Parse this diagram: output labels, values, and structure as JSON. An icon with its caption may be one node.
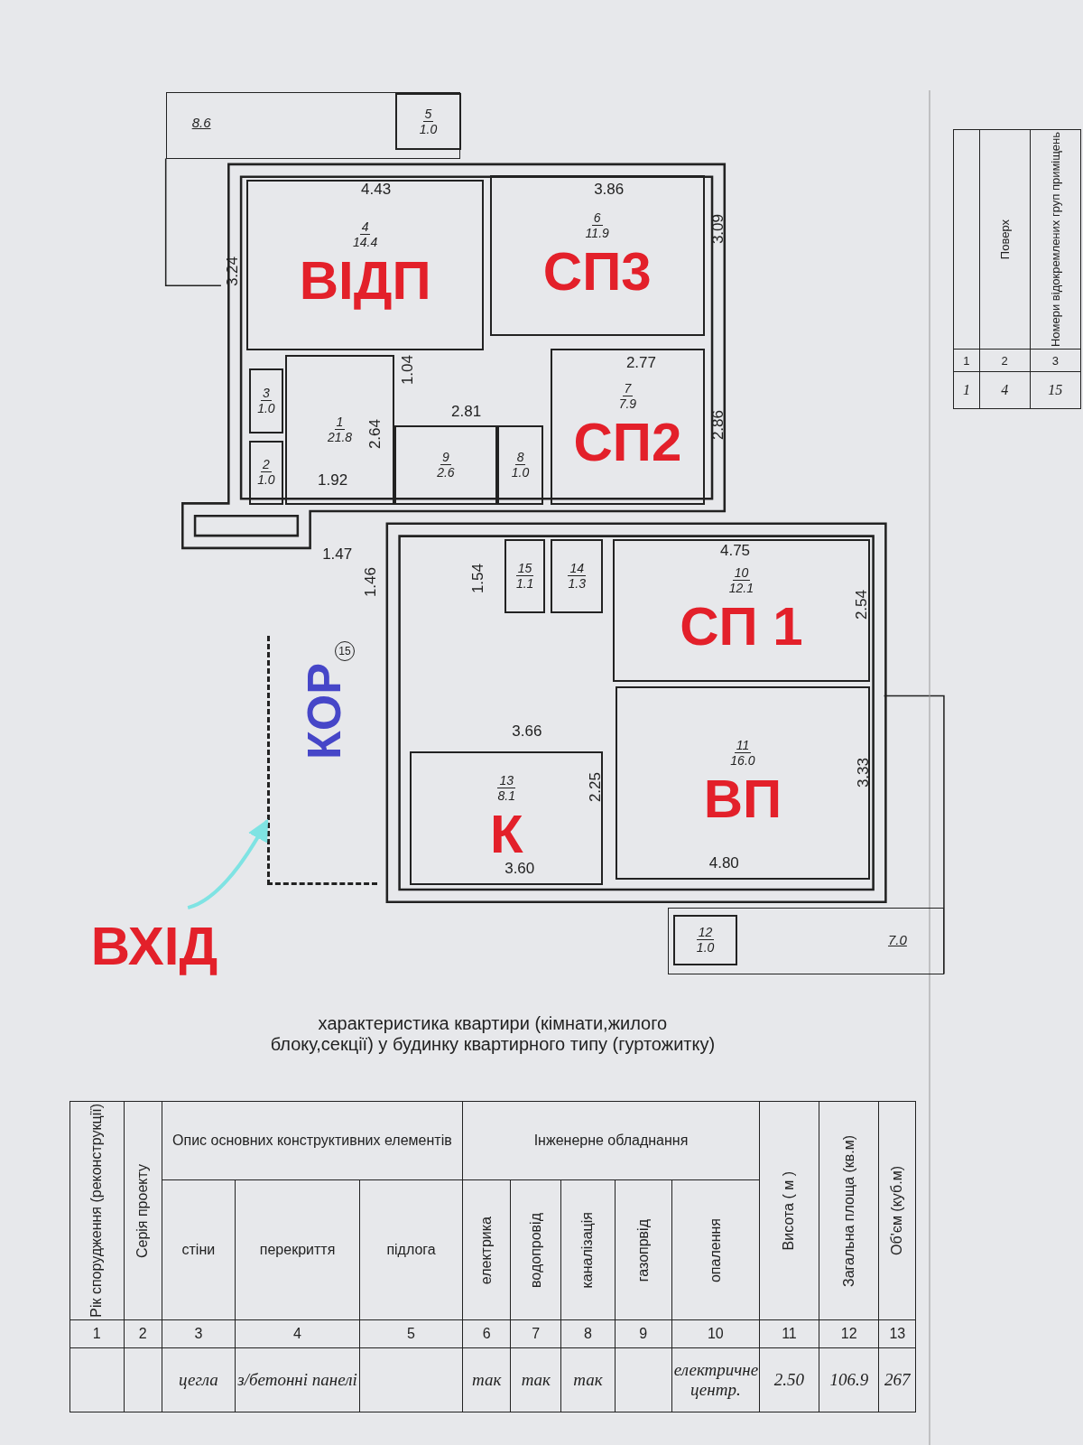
{
  "diagram": {
    "title": "характеристика квартири (кімнати,жилого блоку,секції) у будинку квартирного типу (гуртожитку)",
    "nodes": [
      {
        "text": [
          "8.6"
        ]
      },
      {
        "text": [
          "5",
          "1.0"
        ],
        "in": 0
      },
      {
        "text": [
          "4",
          "14.4",
          "ВІДП"
        ]
      },
      {
        "text": [
          "6",
          "11.9",
          "СП3"
        ]
      },
      {
        "text": [
          "3",
          "1.0"
        ]
      },
      {
        "text": [
          "2",
          "1.0"
        ]
      },
      {
        "text": [
          "1",
          "21.8"
        ]
      },
      {
        "text": [
          "9",
          "2.6"
        ]
      },
      {
        "text": [
          "8",
          "1.0"
        ]
      },
      {
        "text": [
          "7",
          "7.9",
          "СП2"
        ]
      },
      {
        "text": [
          "15",
          "1.1"
        ]
      },
      {
        "text": [
          "14",
          "1.3"
        ]
      },
      {
        "text": [
          "10",
          "12.1",
          "СП 1"
        ]
      },
      {
        "text": [
          "15",
          "КОР"
        ]
      },
      {
        "text": [
          "13",
          "8.1",
          "К"
        ]
      },
      {
        "text": [
          "11",
          "16.0",
          "ВП"
        ]
      },
      {
        "text": [
          "7.0"
        ]
      },
      {
        "text": [
          "12",
          "1.0"
        ],
        "in": 16
      },
      {
        "text": [
          "ВХІД"
        ]
      }
    ],
    "edges": [
      {
        "from": 18,
        "to": 13,
        "arrow": "to",
        "color": "#7fe3e3"
      }
    ],
    "labels": [
      "4.43",
      "3.86",
      "3.24",
      "3.09",
      "2.77",
      "1.04",
      "2.81",
      "2.64",
      "2.86",
      "1.92",
      "1.47",
      "1.46",
      "1.54",
      "4.75",
      "2.54",
      "3.66",
      "3.33",
      "2.25",
      "3.60",
      "4.80",
      "Рік спорудження (реконструкції)",
      "Серія проекту",
      "Опис основних конструктивних елементів",
      "Інженерне обладнання",
      "Висота ( м )",
      "Загальна площа (кв.м)",
      "Об'єм (куб.м)",
      "стіни",
      "перекриття",
      "підлога",
      "електрика",
      "водопровід",
      "каналізація",
      "газопрвід",
      "опалення",
      "1",
      "2",
      "3",
      "4",
      "5",
      "6",
      "7",
      "8",
      "9",
      "10",
      "11",
      "12",
      "13",
      "цегла",
      "з/бетонні панелі",
      "так",
      "так",
      "так",
      "електричне центр.",
      "2.50",
      "106.9",
      "267",
      "Поверх",
      "Номери відокремлених груп приміщень",
      "1",
      "2",
      "3",
      "1",
      "4",
      "15"
    ]
  }
}
